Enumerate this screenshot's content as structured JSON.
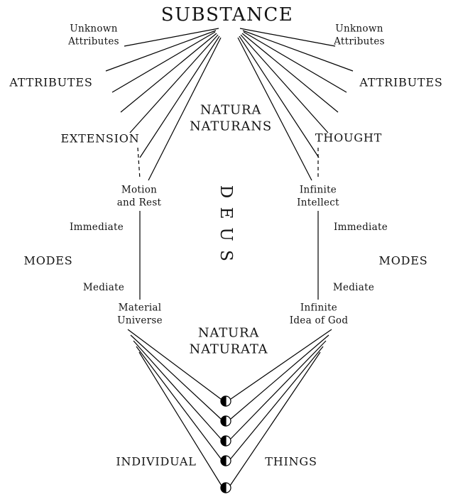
{
  "labels": {
    "substance": "SUBSTANCE",
    "unknown_attributes_left": "Unknown\nAttributes",
    "unknown_attributes_right": "Unknown\nAttributes",
    "attributes_left": "ATTRIBUTES",
    "attributes_right": "ATTRIBUTES",
    "natura_naturans": "NATURA\nNATURANS",
    "extension": "EXTENSION",
    "thought": "THOUGHT",
    "motion_and_rest": "Motion\nand Rest",
    "infinite_intellect": "Infinite\nIntellect",
    "immediate_left": "Immediate",
    "immediate_right": "Immediate",
    "modes_left": "MODES",
    "modes_right": "MODES",
    "mediate_left": "Mediate",
    "mediate_right": "Mediate",
    "material_universe": "Material\nUniverse",
    "infinite_idea_of_god": "Infinite\nIdea of God",
    "natura_naturata": "NATURA\nNATURATA",
    "individual": "INDIVIDUAL",
    "things": "THINGS"
  },
  "deus": {
    "letters": [
      "D",
      "E",
      "U",
      "S"
    ]
  },
  "colors": {
    "line": "#000000",
    "background": "#ffffff",
    "text": "#141414"
  }
}
